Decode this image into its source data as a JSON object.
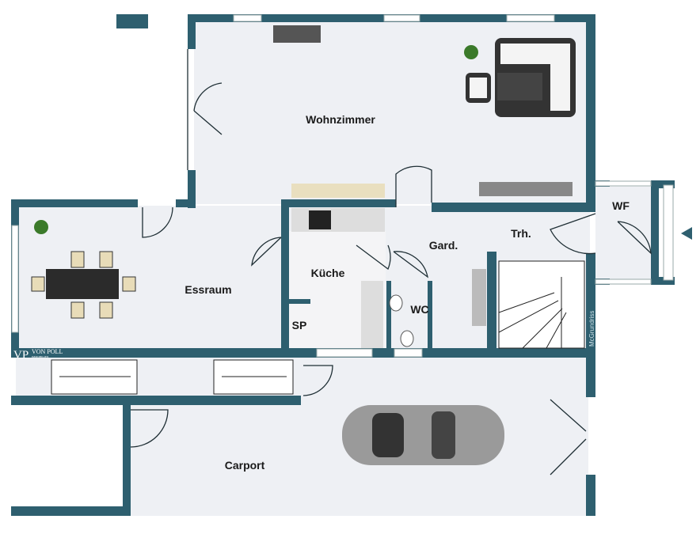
{
  "rooms": {
    "wohnzimmer": "Wohnzimmer",
    "essraum": "Essraum",
    "kueche": "Küche",
    "sp": "SP",
    "wc": "WC",
    "gard": "Gard.",
    "trh": "Trh.",
    "wf": "WF",
    "carport": "Carport"
  },
  "logo": {
    "initials": "VP",
    "name": "VON POLL",
    "sub": "IMMOBILIEN"
  },
  "credit": "McGrundriss",
  "colors": {
    "wall": "#2e5f6f",
    "floor": "#eef0f4"
  }
}
